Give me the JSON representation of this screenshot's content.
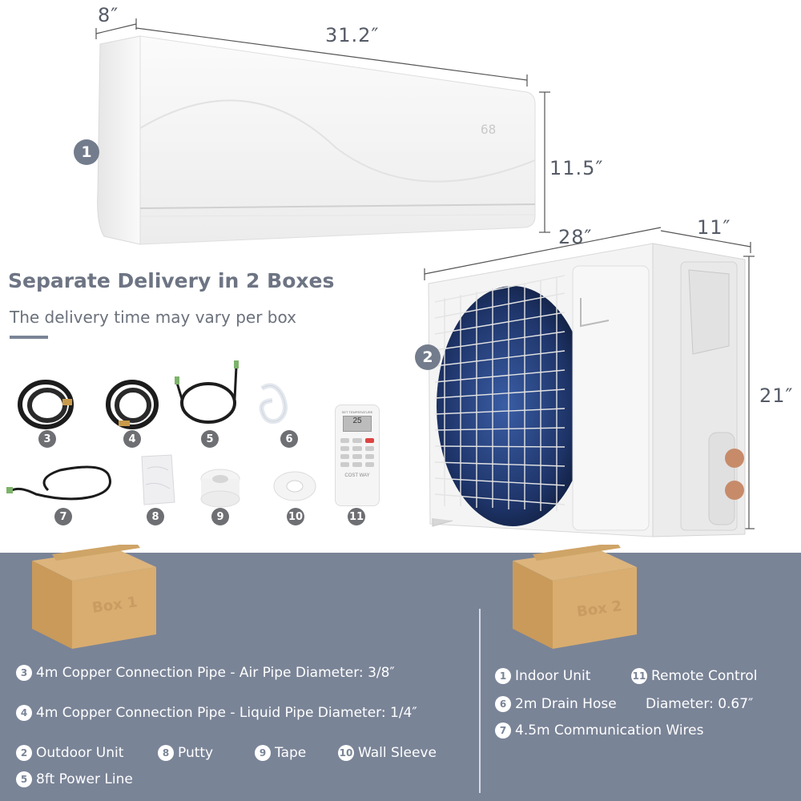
{
  "dimensions": {
    "indoor_depth": "8″",
    "indoor_width": "31.2″",
    "indoor_height": "11.5″",
    "outdoor_width": "28″",
    "outdoor_depth": "11″",
    "outdoor_height": "21″"
  },
  "display_reading": "68",
  "badges": {
    "indoor": "1",
    "outdoor": "2"
  },
  "heading": "Separate Delivery in 2 Boxes",
  "subheading": "The delivery time may vary per box",
  "accessories": [
    {
      "num": "3"
    },
    {
      "num": "4"
    },
    {
      "num": "5"
    },
    {
      "num": "6"
    },
    {
      "num": "7"
    },
    {
      "num": "8"
    },
    {
      "num": "9"
    },
    {
      "num": "10"
    },
    {
      "num": "11"
    }
  ],
  "remote": {
    "screen": "25",
    "brand": "COST WAY",
    "top_label": "SET TEMPERATURE"
  },
  "boxes": {
    "box1": "Box 1",
    "box2": "Box 2"
  },
  "box1_items": [
    {
      "num": "3",
      "text": "4m Copper Connection Pipe - Air Pipe Diameter: 3/8″"
    },
    {
      "num": "4",
      "text": "4m Copper Connection Pipe - Liquid Pipe Diameter: 1/4″"
    },
    {
      "num": "2",
      "text": "Outdoor Unit"
    },
    {
      "num": "8",
      "text": "Putty"
    },
    {
      "num": "9",
      "text": "Tape"
    },
    {
      "num": "10",
      "text": "Wall Sleeve"
    },
    {
      "num": "5",
      "text": "8ft Power Line"
    }
  ],
  "box2_items": [
    {
      "num": "1",
      "text": "Indoor Unit"
    },
    {
      "num": "11",
      "text": "Remote Control"
    },
    {
      "num": "6",
      "text": "2m Drain Hose"
    },
    {
      "num": "",
      "text": "Diameter: 0.67″"
    },
    {
      "num": "7",
      "text": "4.5m Communication Wires"
    }
  ]
}
